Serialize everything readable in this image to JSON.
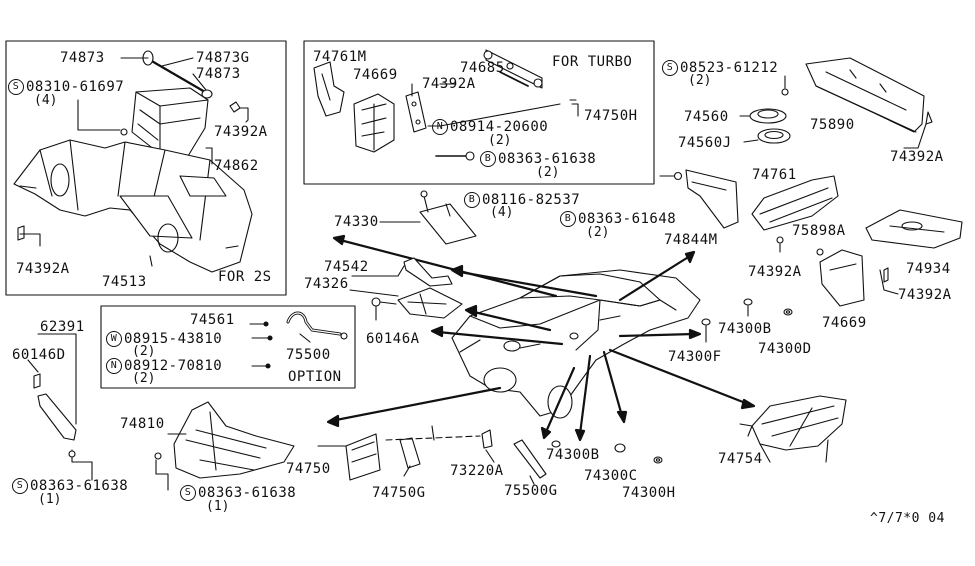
{
  "labels": {
    "l74873": "74873",
    "l74873g": "74873G",
    "l74873b": "74873",
    "l08310": "08310-61697",
    "q08310": "(4)",
    "l74392a_1": "74392A",
    "l74862": "74862",
    "l74392a_2": "74392A",
    "l74513": "74513",
    "for2s": "FOR 2S",
    "l74761m": "74761M",
    "l74669": "74669",
    "l74685": "74685",
    "l74392a_3": "74392A",
    "forturbo": "FOR TURBO",
    "l74750h": "74750H",
    "l08914": "08914-20600",
    "q08914": "(2)",
    "l08363a": "08363-61638",
    "q08363a": "(2)",
    "l08523": "08523-61212",
    "q08523": "(2)",
    "l75890": "75890",
    "l74560": "74560",
    "l74560j": "74560J",
    "l74392a_4": "74392A",
    "l74330": "74330",
    "l08116": "08116-82537",
    "q08116": "(4)",
    "l74761": "74761",
    "l08363b": "08363-61648",
    "q08363b": "(2)",
    "l74844m": "74844M",
    "l75898a": "75898A",
    "l74934": "74934",
    "l74392a_5": "74392A",
    "l74392a_6": "74392A",
    "l74669b": "74669",
    "l74542": "74542",
    "l74326": "74326",
    "l60146a": "60146A",
    "l62391": "62391",
    "l60146d": "60146D",
    "l74561": "74561",
    "l08915": "08915-43810",
    "q08915": "(2)",
    "l75500": "75500",
    "l08912": "08912-70810",
    "q08912": "(2)",
    "option": "OPTION",
    "l74300b_1": "74300B",
    "l74300d": "74300D",
    "l74300f": "74300F",
    "l74810": "74810",
    "l74750": "74750",
    "l74750g": "74750G",
    "l73220a": "73220A",
    "l75500g": "75500G",
    "l74300b_2": "74300B",
    "l74300c": "74300C",
    "l74300h": "74300H",
    "l74754": "74754",
    "l08363c": "08363-61638",
    "q08363c": "(1)",
    "l08363d": "08363-61638",
    "q08363d": "(1)",
    "code": "^7/7*0 04"
  },
  "markers": {
    "S": "S",
    "N": "N",
    "B": "B",
    "W": "W"
  }
}
